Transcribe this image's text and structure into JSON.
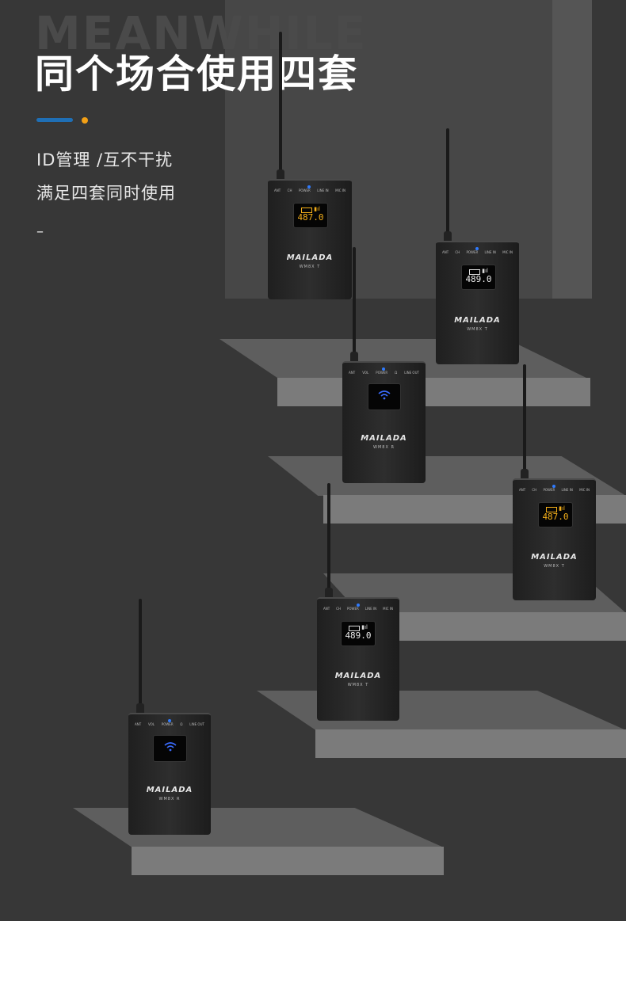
{
  "header": {
    "ghost_text": "MEANWHILE",
    "title": "同个场合使用四套",
    "subtitle_line1": "ID管理 /互不干扰",
    "subtitle_line2": "满足四套同时使用",
    "dash": "–"
  },
  "colors": {
    "accent_blue": "#1f6fb5",
    "accent_orange": "#f3a016",
    "panel_bg": "#373737",
    "display_text": "#f5b01a",
    "wifi_blue": "#3a6cff"
  },
  "devices": {
    "brand": "MAILADA",
    "transmitter_ports": [
      "ANT",
      "CH",
      "POWER",
      "LINE IN",
      "MIC IN"
    ],
    "receiver_ports": [
      "ANT",
      "VOL",
      "POWER",
      "Ω",
      "LINE OUT"
    ],
    "tx1": {
      "freq": "487.0",
      "model": "WM8X T"
    },
    "tx2": {
      "freq": "489.0",
      "model": "WM8X T"
    },
    "rx1": {
      "model": "WM8X R",
      "icon": "wifi-icon"
    },
    "tx3": {
      "freq": "487.0",
      "model": "WM8X T"
    },
    "tx4": {
      "freq": "489.0",
      "model": "WM8X T"
    },
    "rx2": {
      "model": "WM8X R",
      "icon": "wifi-icon"
    }
  }
}
